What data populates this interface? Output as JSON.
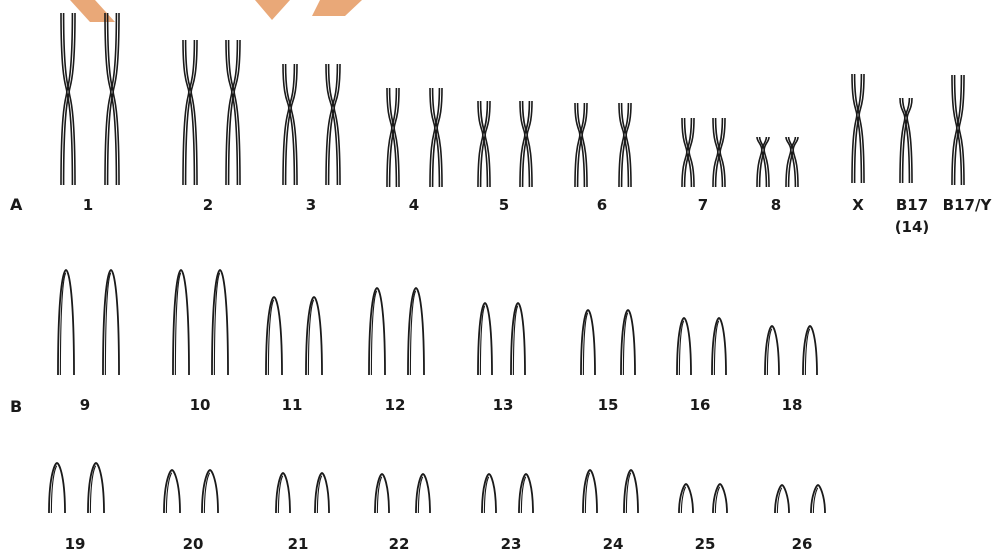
{
  "rows": [
    {
      "label": "A",
      "type": "metacentric",
      "chromosomes": [
        {
          "label": "1",
          "count": 2
        },
        {
          "label": "2",
          "count": 2
        },
        {
          "label": "3",
          "count": 2
        },
        {
          "label": "4",
          "count": 2
        },
        {
          "label": "5",
          "count": 2
        },
        {
          "label": "6",
          "count": 2
        },
        {
          "label": "7",
          "count": 2
        },
        {
          "label": "8",
          "count": 2
        }
      ],
      "sex_chromosomes": [
        {
          "label": "X"
        },
        {
          "label": "B17",
          "sublabel": "(14)"
        },
        {
          "label": "B17/Y"
        }
      ]
    },
    {
      "label": "B",
      "type": "acrocentric",
      "chromosomes": [
        {
          "label": "9",
          "count": 2
        },
        {
          "label": "10",
          "count": 2
        },
        {
          "label": "11",
          "count": 2
        },
        {
          "label": "12",
          "count": 2
        },
        {
          "label": "13",
          "count": 2
        },
        {
          "label": "15",
          "count": 2
        },
        {
          "label": "16",
          "count": 2
        },
        {
          "label": "18",
          "count": 2
        }
      ]
    },
    {
      "label": "",
      "type": "acrocentric",
      "chromosomes": [
        {
          "label": "19",
          "count": 2
        },
        {
          "label": "20",
          "count": 2
        },
        {
          "label": "21",
          "count": 2
        },
        {
          "label": "22",
          "count": 2
        },
        {
          "label": "23",
          "count": 2
        },
        {
          "label": "24",
          "count": 2
        },
        {
          "label": "25",
          "count": 2
        },
        {
          "label": "26",
          "count": 2
        }
      ]
    }
  ],
  "colors": {
    "line": "#1a1a1a",
    "watermark": "#e9a878"
  }
}
